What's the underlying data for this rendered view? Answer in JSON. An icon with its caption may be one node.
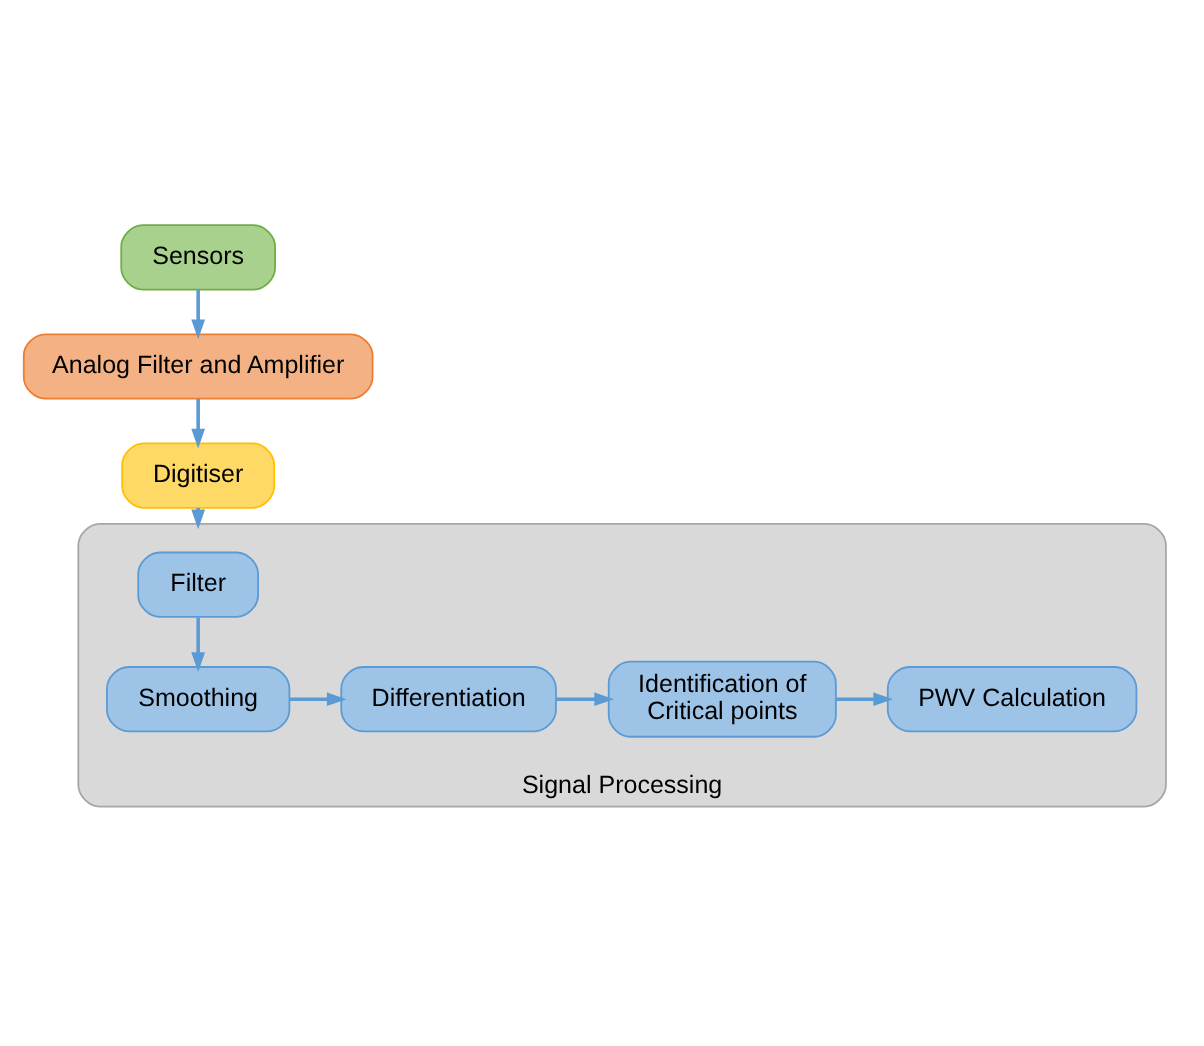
{
  "diagram": {
    "nodes": [
      {
        "text": [
          "Sensors"
        ]
      },
      {
        "text": [
          "Analog Filter and Amplifier"
        ]
      },
      {
        "text": [
          "Digitiser"
        ]
      },
      {
        "text": [
          "Signal Processing"
        ]
      },
      {
        "text": [
          "Filter"
        ],
        "in": 3
      },
      {
        "text": [
          "Smoothing"
        ],
        "in": 3
      },
      {
        "text": [
          "Differentiation"
        ],
        "in": 3
      },
      {
        "text": [
          "Identification of Critical points"
        ],
        "in": 3
      },
      {
        "text": [
          "PWV Calculation"
        ],
        "in": 3
      }
    ],
    "edges": [
      {
        "from": 0,
        "to": 1,
        "arrow": "to"
      },
      {
        "from": 1,
        "to": 2,
        "arrow": "to"
      },
      {
        "from": 2,
        "to": 3,
        "arrow": "to"
      },
      {
        "from": 4,
        "to": 5,
        "arrow": "to"
      },
      {
        "from": 5,
        "to": 6,
        "arrow": "to"
      },
      {
        "from": 6,
        "to": 7,
        "arrow": "to"
      },
      {
        "from": 7,
        "to": 8,
        "arrow": "to"
      }
    ]
  }
}
